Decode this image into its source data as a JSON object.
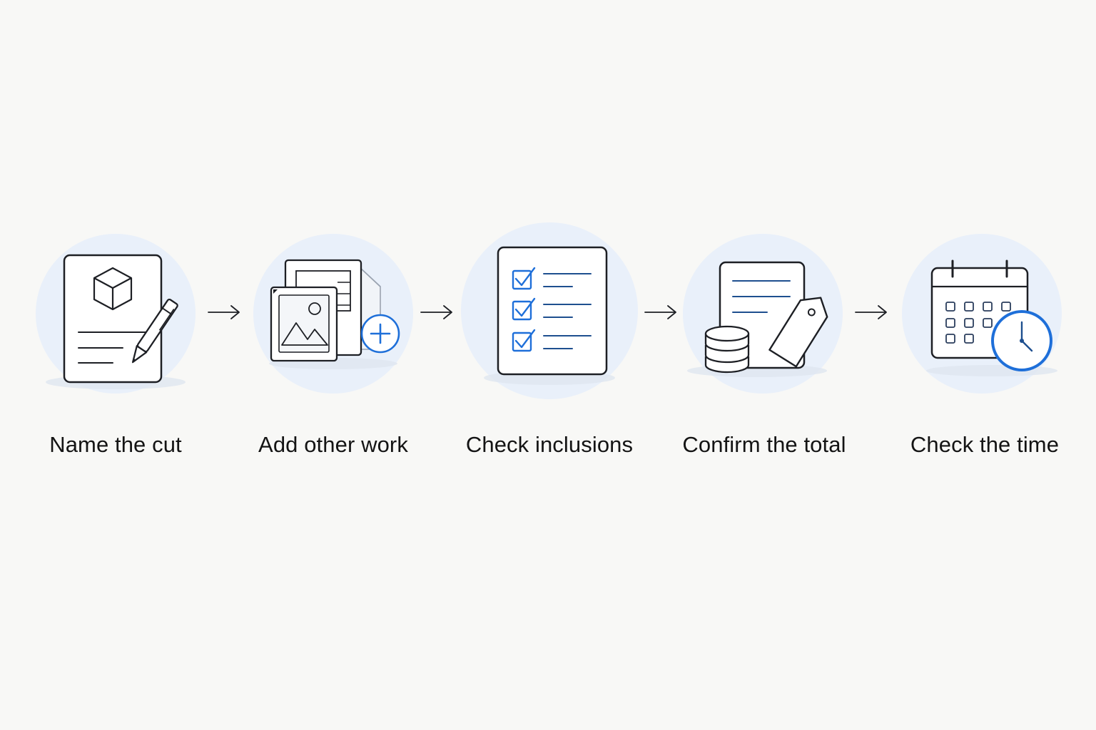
{
  "steps": [
    {
      "label": "Name the cut",
      "icon": "document-cube-pen-icon"
    },
    {
      "label": "Add other work",
      "icon": "images-add-icon"
    },
    {
      "label": "Check inclusions",
      "icon": "checklist-icon"
    },
    {
      "label": "Confirm the total",
      "icon": "document-coins-tag-icon"
    },
    {
      "label": "Check the time",
      "icon": "calendar-clock-icon"
    }
  ],
  "colors": {
    "background": "#f8f8f6",
    "circle": "#e9f0fa",
    "stroke": "#1d1f24",
    "accent": "#1e6fd9"
  }
}
